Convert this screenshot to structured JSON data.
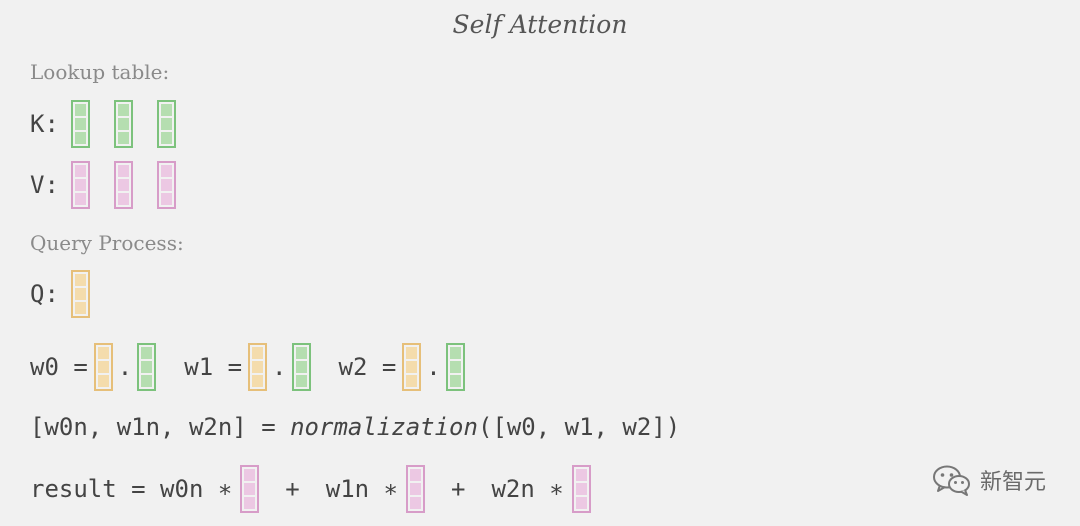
{
  "title": "Self Attention",
  "sections": {
    "lookup": "Lookup table:",
    "query": "Query Process:"
  },
  "labels": {
    "k": "K:",
    "v": "V:",
    "q": "Q:"
  },
  "weights": {
    "w0": "w0 =",
    "w1": "w1 =",
    "w2": "w2 =",
    "dot": "."
  },
  "normalization": {
    "left": "[w0n, w1n, w2n] = ",
    "fn": "normalization",
    "right": "([w0, w1, w2])"
  },
  "result": {
    "prefix": "result = w0n ∗",
    "plus1": "+",
    "mid": "w1n ∗",
    "plus2": "+",
    "end": "w2n ∗"
  },
  "logo": {
    "text": "新智元",
    "icon": "wechat-icon"
  },
  "colors": {
    "key": "#7cc27c",
    "value": "#d79cc8",
    "query": "#e6bf79"
  }
}
